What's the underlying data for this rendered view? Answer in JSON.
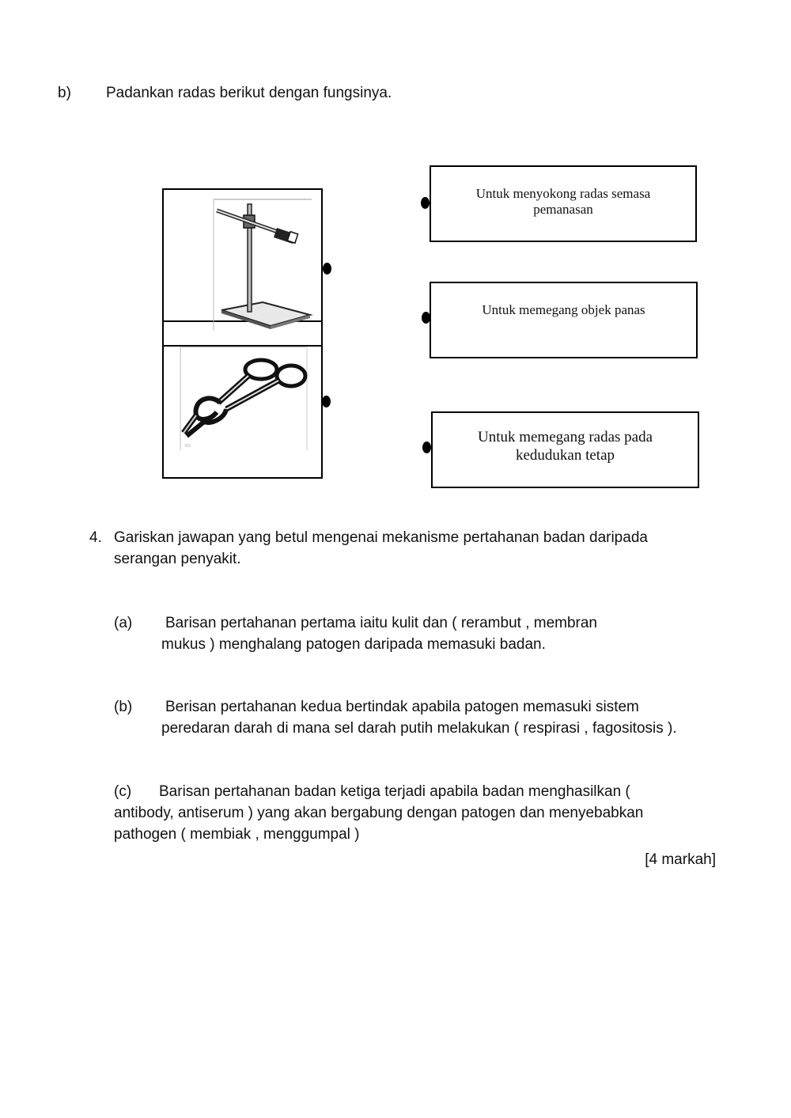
{
  "section_b": {
    "label": "b)",
    "prompt": "Padankan radas berikut dengan fungsinya."
  },
  "apparatus": [
    {
      "name": "retort-stand"
    },
    {
      "name": "tongs"
    }
  ],
  "functions": [
    {
      "line1": "Untuk menyokong radas semasa",
      "line2": "pemanasan"
    },
    {
      "line1": "Untuk memegang objek panas",
      "line2": ""
    },
    {
      "line1": "Untuk memegang radas pada",
      "line2": "kedudukan tetap"
    }
  ],
  "question4": {
    "number": "4.",
    "line1": "Gariskan jawapan yang betul mengenai mekanisme pertahanan badan daripada",
    "line2": "serangan penyakit.",
    "items": [
      {
        "label": "(a)",
        "line1": "Barisan pertahanan pertama iaitu kulit dan ( rerambut , membran",
        "line2": "mukus ) menghalang patogen daripada memasuki badan."
      },
      {
        "label": "(b)",
        "line1": "Berisan pertahanan kedua bertindak apabila patogen memasuki sistem",
        "line2": "peredaran darah di mana sel darah putih melakukan ( respirasi , fagositosis )."
      },
      {
        "label": "(c)",
        "line1": "Barisan pertahanan badan ketiga terjadi apabila badan menghasilkan (",
        "line2": "antibody, antiserum ) yang akan bergabung dengan patogen dan menyebabkan",
        "line3": "pathogen ( membiak , menggumpal )"
      }
    ],
    "marks": "[4 markah]"
  }
}
